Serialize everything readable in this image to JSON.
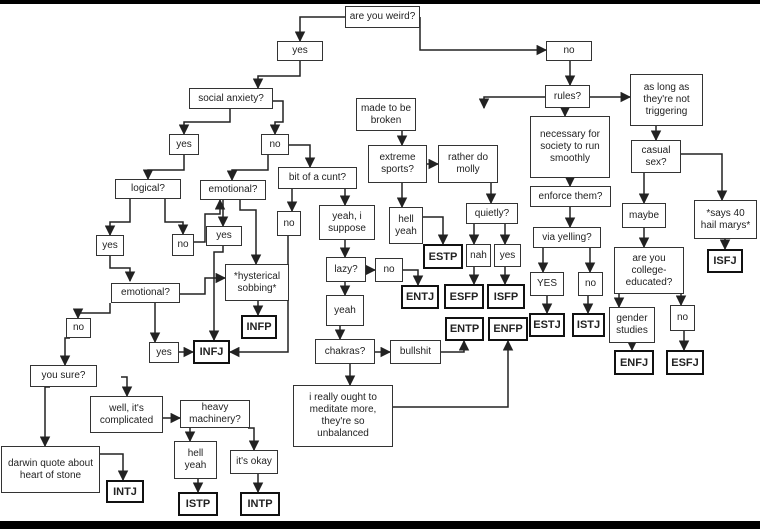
{
  "nodes": {
    "are_you_weird": "are you weird?",
    "yes_top": "yes",
    "no_top": "no",
    "social_anxiety": "social anxiety?",
    "sa_yes": "yes",
    "sa_no": "no",
    "logical": "logical?",
    "emotional_top": "emotional?",
    "logical_no": "no",
    "emo_yes": "yes",
    "logical_yes": "yes",
    "hysterical": "*hysterical sobbing*",
    "infp": "INFP",
    "emotional_mid": "emotional?",
    "emo_mid_no": "no",
    "emo_mid_yes": "yes",
    "infj": "INFJ",
    "you_sure": "you sure?",
    "darwin": "darwin quote about heart of stone",
    "intj": "INTJ",
    "complicated": "well, it's complicated",
    "heavy_machinery": "heavy machinery?",
    "hell_yeah_left": "hell yeah",
    "its_okay": "it's okay",
    "istp": "ISTP",
    "intp": "INTP",
    "bit_of_a": "bit of a cunt?",
    "bit_no": "no",
    "yeah_suppose": "yeah, i suppose",
    "lazy": "lazy?",
    "lazy_no": "no",
    "entj": "ENTJ",
    "lazy_yeah": "yeah",
    "chakras": "chakras?",
    "bullshit": "bullshit",
    "entp": "ENTP",
    "meditate": "i really ought to meditate more, they're so unbalanced",
    "rules": "rules?",
    "made_broken": "made to be broken",
    "extreme_sports": "extreme sports?",
    "rather_do_molly": "rather do molly",
    "hell_yeah_mid": "hell yeah",
    "estp": "ESTP",
    "quietly": "quietly?",
    "nah": "nah",
    "quiet_yes": "yes",
    "esfp": "ESFP",
    "isfp": "ISFP",
    "enfp": "ENFP",
    "necessary": "necessary for society to run smoothly",
    "enforce": "enforce them?",
    "via_yelling": "via yelling?",
    "yell_yes": "YES",
    "yell_no": "no",
    "estj": "ESTJ",
    "istj": "ISTJ",
    "not_triggering": "as long as they're not triggering",
    "casual_sex": "casual sex?",
    "maybe": "maybe",
    "hail_marys": "*says 40 hail marys*",
    "isfj": "ISFJ",
    "college": "are you college-educated?",
    "gender_studies": "gender studies",
    "college_no": "no",
    "enfj": "ENFJ",
    "esfj": "ESFJ"
  }
}
